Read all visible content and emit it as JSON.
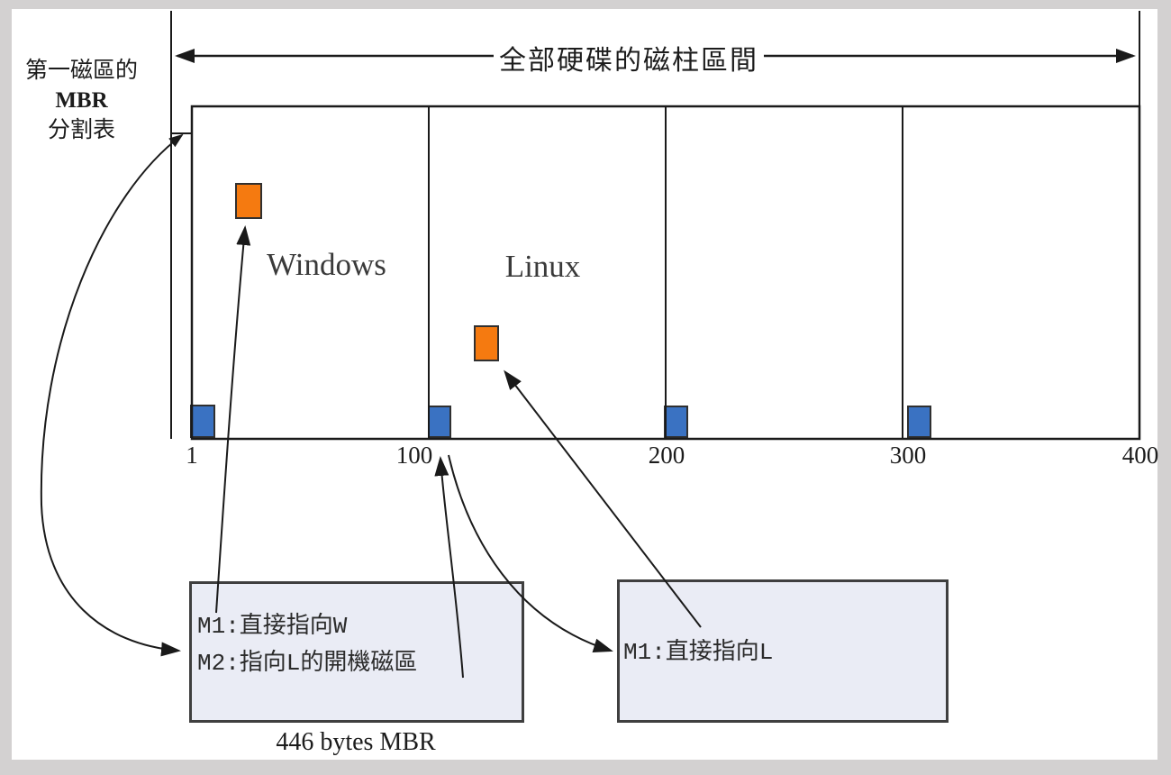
{
  "diagram": {
    "top_arrow_label": "全部硬碟的磁柱區間",
    "left_label": {
      "line1": "第一磁區的",
      "line2": "MBR",
      "line3": "分割表"
    },
    "partition_labels": [
      "Windows",
      "Linux"
    ],
    "axis_ticks": [
      "1",
      "100",
      "200",
      "300",
      "400"
    ],
    "boxes": {
      "left": {
        "line1": "M1:直接指向W",
        "line2": "M2:指向L的開機磁區",
        "caption": "446 bytes MBR"
      },
      "right": {
        "line1": "M1:直接指向L"
      }
    },
    "colors": {
      "background": "#d3d1d1",
      "boot_sector_orange": "#f57a10",
      "partition_start_blue": "#3a72c2",
      "pointer_box_fill": "#eaecf5",
      "line": "#1a1a1a"
    }
  }
}
